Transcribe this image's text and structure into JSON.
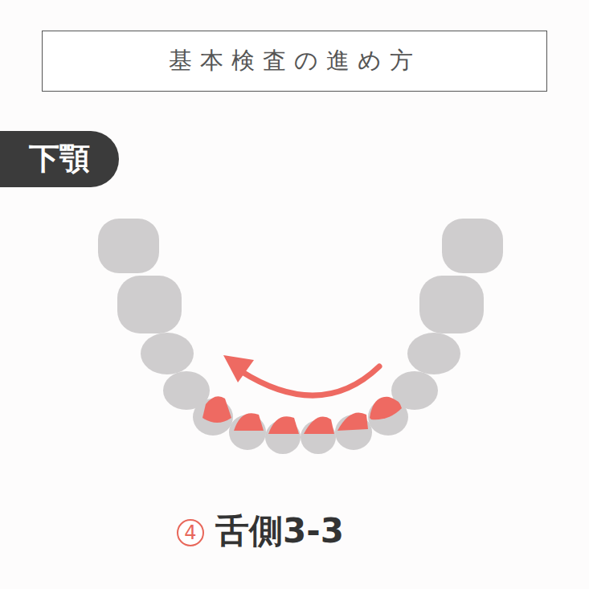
{
  "diagram": {
    "nodes": [
      {
        "text": [
          "基本検査の進め方"
        ]
      },
      {
        "text": [
          "下顎"
        ]
      },
      {
        "text": [
          "4"
        ]
      }
    ],
    "labels": [
      "舌側3-3"
    ]
  }
}
